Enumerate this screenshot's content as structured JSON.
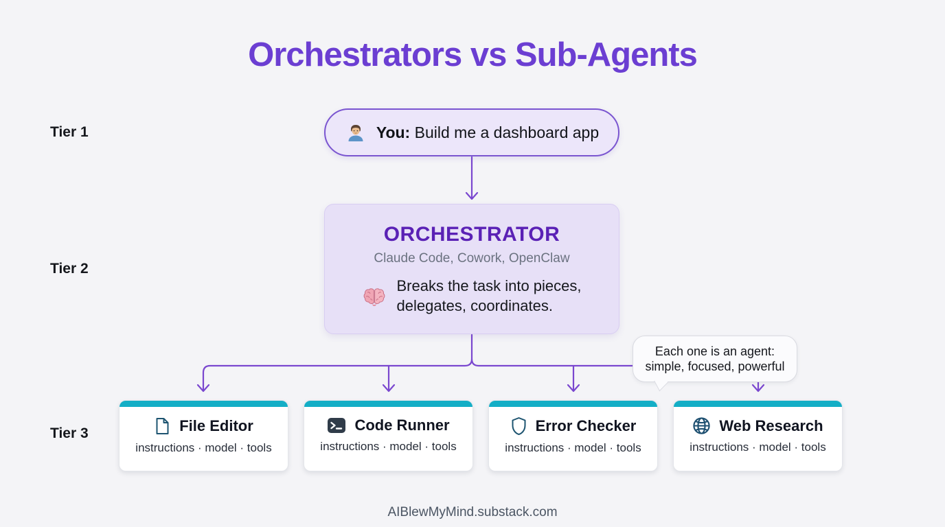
{
  "title": "Orchestrators vs Sub-Agents",
  "tiers": {
    "tier1": "Tier 1",
    "tier2": "Tier 2",
    "tier3": "Tier 3"
  },
  "user_request": {
    "icon": "man-emoji",
    "speaker": "You:",
    "message": " Build me a dashboard app"
  },
  "orchestrator": {
    "title": "ORCHESTRATOR",
    "subtitle": "Claude Code, Cowork, OpenClaw",
    "icon": "brain-emoji",
    "description_line1": "Breaks the task into pieces,",
    "description_line2": "delegates, coordinates."
  },
  "bubble": {
    "line1": "Each one is an agent:",
    "line2": "simple, focused, powerful"
  },
  "agents": [
    {
      "name": "File Editor",
      "meta": "instructions · model · tools",
      "icon": "file-icon"
    },
    {
      "name": "Code Runner",
      "meta": "instructions · model · tools",
      "icon": "terminal-icon"
    },
    {
      "name": "Error Checker",
      "meta": "instructions · model · tools",
      "icon": "shield-icon"
    },
    {
      "name": "Web Research",
      "meta": "instructions · model · tools",
      "icon": "globe-icon"
    }
  ],
  "footer": "AIBlewMyMind.substack.com",
  "colors": {
    "background": "#f4f4f7",
    "title_purple": "#6b3ed2",
    "orchestrator_purple": "#5a21b5",
    "connector_purple": "#7a47cf",
    "pill_bg": "#ece6fa",
    "pill_border": "#7a55d0",
    "orchestrator_bg": "#e7e0f7",
    "agent_accent_teal": "#14aec6",
    "card_bg": "#ffffff",
    "icon_dark_blue": "#1d5470"
  }
}
